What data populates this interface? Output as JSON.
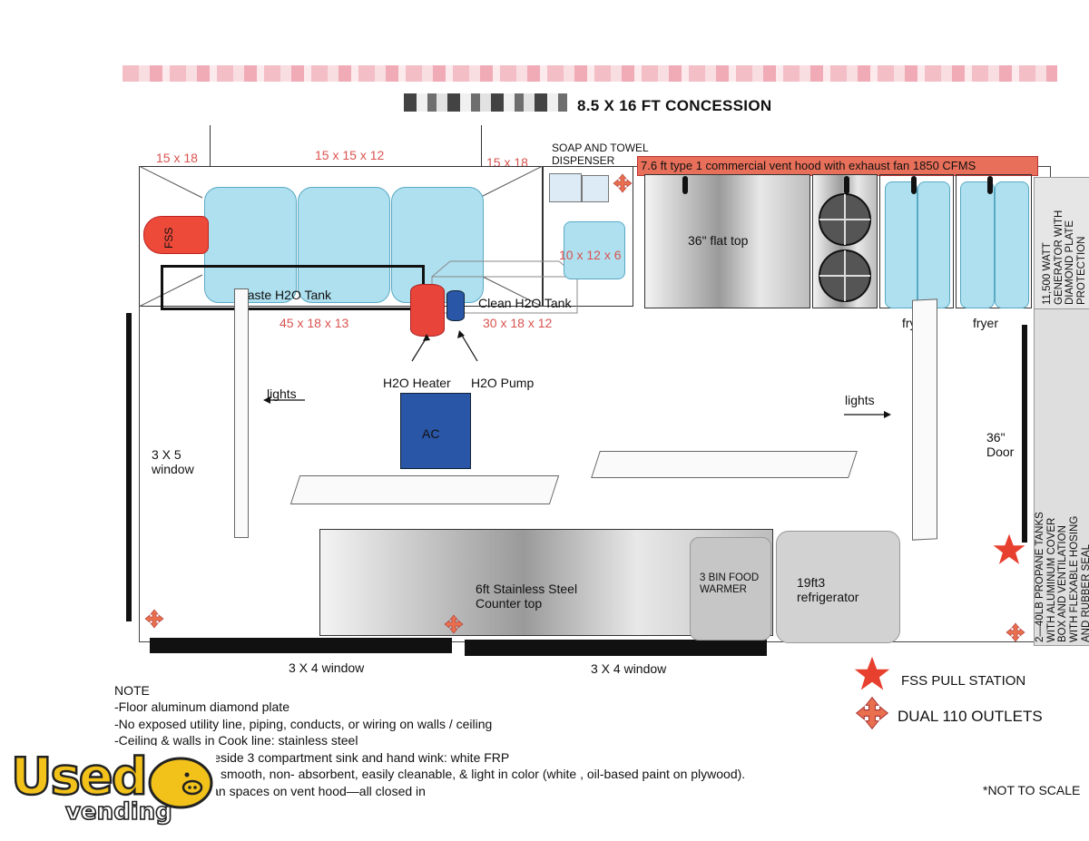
{
  "title": "8.5 X 16 FT CONCESSION",
  "dimensions": {
    "top_left": "15 x 18",
    "top_mid": "15 x 15 x 12",
    "top_right": "15 x 18",
    "waste_size": "45 x 18 x 13",
    "clean_size": "30 x 18 x 12",
    "hand_sink": "10 x 12 x 6"
  },
  "labels": {
    "fss": "FSS",
    "waste_tank": "Waste H2O Tank",
    "clean_tank": "Clean H2O Tank",
    "h2o_heater": "H2O Heater",
    "h2o_pump": "H2O Pump",
    "ac": "AC",
    "soap": "SOAP AND TOWEL\nDISPENSER",
    "vent_hood": "7.6 ft type 1 commercial vent hood with exhaust fan 1850 CFMS",
    "flat_top": "36\" flat top",
    "fryer1": "fryer",
    "fryer2": "fryer",
    "generator": "11,500 WATT\nGENERATOR WITH\nDIAMOND PLATE\nPROTECTION",
    "propane": "2—40LB PROPANE TANKS\nWITH ALUMINUM COVER\nBOX AND VENTILATION\nWITH FLEXABLE HOSING\nAND RUBBER SEAL",
    "lights_left": "lights",
    "lights_right": "lights",
    "window_side": "3 X 5\nwindow",
    "door": "36\"\nDoor",
    "counter": "6ft Stainless Steel\nCounter top",
    "food_warmer": "3 BIN FOOD\nWARMER",
    "refrigerator": "19ft3\nrefrigerator",
    "window_bottom_left": "3 X 4 window",
    "window_bottom_right": "3 X 4 window"
  },
  "legend": {
    "fss_pull": "FSS PULL STATION",
    "outlets": "DUAL 110 OUTLETS"
  },
  "note": {
    "heading": "NOTE",
    "lines": [
      "-Floor aluminum diamond plate",
      "-No exposed utility line, piping, conducts, or wiring on walls / ceiling",
      "-Ceiling & walls in Cook line: stainless steel",
      "-Walls behind & beside 3 compartment sink and hand wink: white FRP",
      "-Walls and ceiling: smooth, non- absorbent, easily cleanable, & light in color (white , oil-based paint on plywood).",
      "-No difficult to clean spaces on vent hood—all closed in"
    ]
  },
  "not_to_scale": "*NOT TO SCALE",
  "logo": {
    "top": "Used",
    "bottom": "vending"
  },
  "colors": {
    "accent_red": "#e8523a",
    "tank_blue": "#aee0ef",
    "ac_blue": "#2a56a8",
    "star_red": "#e8402f"
  }
}
